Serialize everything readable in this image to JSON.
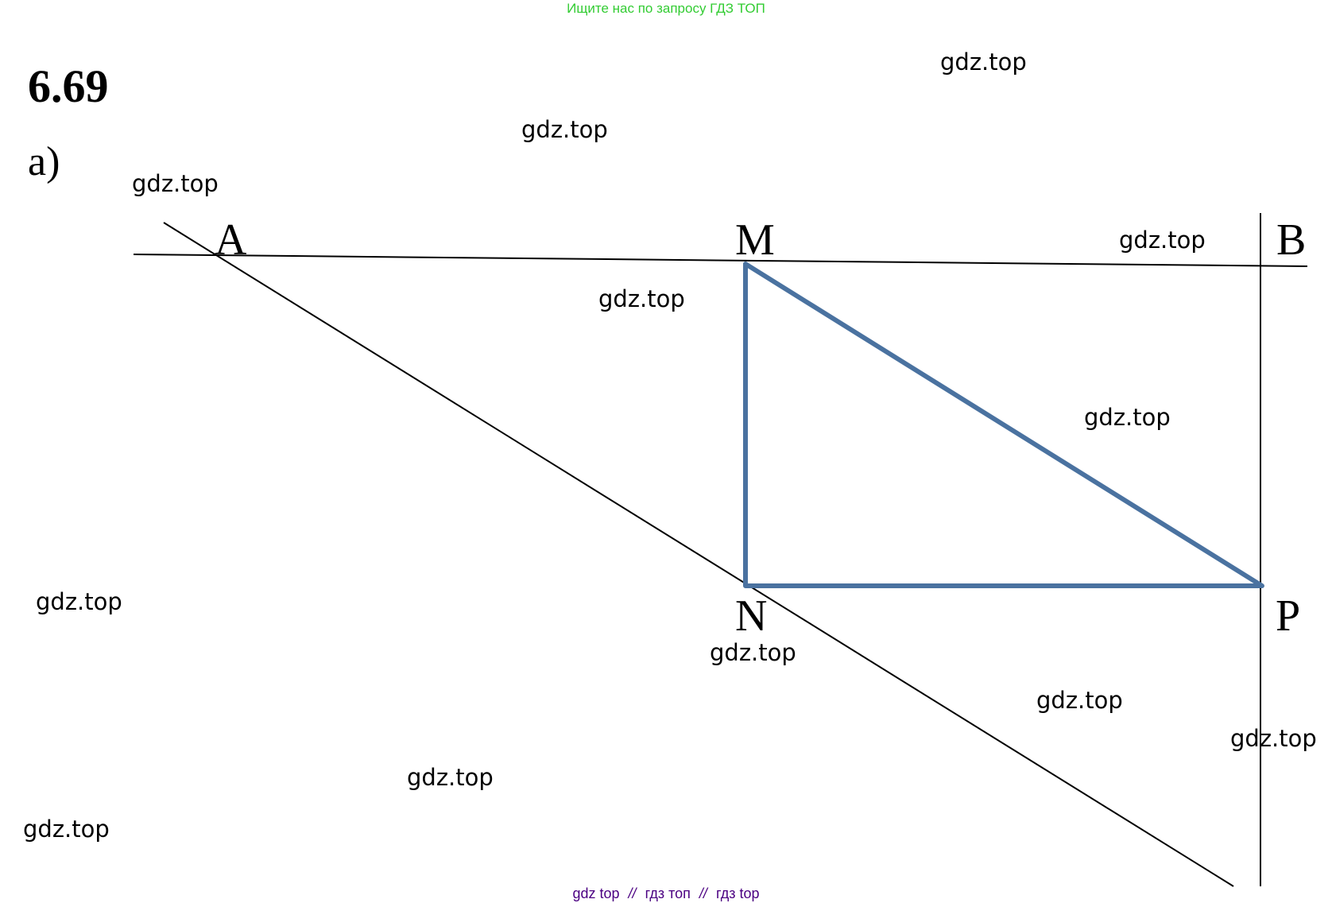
{
  "banner": "Ищите нас по запросу ГДЗ ТОП",
  "problem_number": "6.69",
  "part_label": "а)",
  "points": {
    "A": "A",
    "M": "M",
    "B": "B",
    "N": "N",
    "P": "P"
  },
  "watermark": "gdz.top",
  "footer": {
    "link1": "gdz top",
    "separator": "//",
    "link2": "гдз топ",
    "link3": "гдз top"
  },
  "colors": {
    "triangle": "#4a72a0",
    "lines": "#000000",
    "banner": "#33cc33",
    "footer": "#4b0082"
  }
}
